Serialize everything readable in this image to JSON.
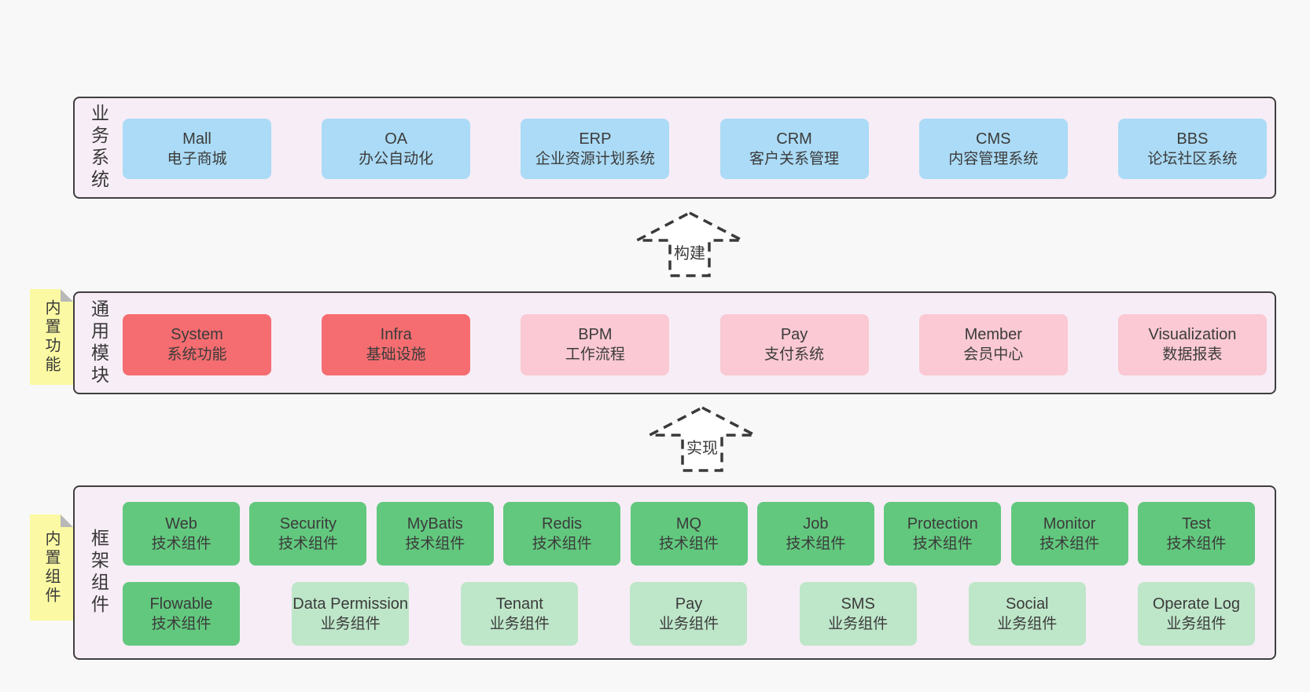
{
  "palette": {
    "page-bg": "#f8f8f8",
    "panel-bg": "#f7edf6",
    "panel-border": "#3f3f3f",
    "box-blue": "#abdbf6",
    "box-red": "#f56d70",
    "box-pink": "#fac9d3",
    "box-green": "#62c87e",
    "box-lightgreen": "#bee6c9",
    "note-yellow": "#fbf9a3",
    "note-fold": "#b8b8b8",
    "arrow-stroke": "#3a3a3a",
    "arrow-fill": "#ffffff",
    "text": "#3b3b3b"
  },
  "arrows": [
    {
      "name": "build",
      "label": "构建"
    },
    {
      "name": "implement",
      "label": "实现"
    }
  ],
  "layers": [
    {
      "label": "业务系统",
      "boxes": [
        {
          "title": "Mall",
          "subtitle": "电子商城",
          "variant": "blue"
        },
        {
          "title": "OA",
          "subtitle": "办公自动化",
          "variant": "blue"
        },
        {
          "title": "ERP",
          "subtitle": "企业资源计划系统",
          "variant": "blue"
        },
        {
          "title": "CRM",
          "subtitle": "客户关系管理",
          "variant": "blue"
        },
        {
          "title": "CMS",
          "subtitle": "内容管理系统",
          "variant": "blue"
        },
        {
          "title": "BBS",
          "subtitle": "论坛社区系统",
          "variant": "blue"
        }
      ]
    },
    {
      "label": "通用模块",
      "side_note": "内置功能",
      "boxes": [
        {
          "title": "System",
          "subtitle": "系统功能",
          "variant": "red"
        },
        {
          "title": "Infra",
          "subtitle": "基础设施",
          "variant": "red"
        },
        {
          "title": "BPM",
          "subtitle": "工作流程",
          "variant": "pink"
        },
        {
          "title": "Pay",
          "subtitle": "支付系统",
          "variant": "pink"
        },
        {
          "title": "Member",
          "subtitle": "会员中心",
          "variant": "pink"
        },
        {
          "title": "Visualization",
          "subtitle": "数据报表",
          "variant": "pink"
        }
      ]
    },
    {
      "label": "框架组件",
      "side_note": "内置组件",
      "boxes": [
        {
          "title": "Web",
          "subtitle": "技术组件",
          "variant": "green"
        },
        {
          "title": "Security",
          "subtitle": "技术组件",
          "variant": "green"
        },
        {
          "title": "MyBatis",
          "subtitle": "技术组件",
          "variant": "green"
        },
        {
          "title": "Redis",
          "subtitle": "技术组件",
          "variant": "green"
        },
        {
          "title": "MQ",
          "subtitle": "技术组件",
          "variant": "green"
        },
        {
          "title": "Job",
          "subtitle": "技术组件",
          "variant": "green"
        },
        {
          "title": "Protection",
          "subtitle": "技术组件",
          "variant": "green"
        },
        {
          "title": "Monitor",
          "subtitle": "技术组件",
          "variant": "green"
        },
        {
          "title": "Test",
          "subtitle": "技术组件",
          "variant": "green"
        },
        {
          "title": "Flowable",
          "subtitle": "技术组件",
          "variant": "green"
        },
        {
          "title": "Data Permission",
          "subtitle": "业务组件",
          "variant": "lightgreen"
        },
        {
          "title": "Tenant",
          "subtitle": "业务组件",
          "variant": "lightgreen"
        },
        {
          "title": "Pay",
          "subtitle": "业务组件",
          "variant": "lightgreen"
        },
        {
          "title": "SMS",
          "subtitle": "业务组件",
          "variant": "lightgreen"
        },
        {
          "title": "Social",
          "subtitle": "业务组件",
          "variant": "lightgreen"
        },
        {
          "title": "Operate Log",
          "subtitle": "业务组件",
          "variant": "lightgreen"
        }
      ]
    }
  ]
}
